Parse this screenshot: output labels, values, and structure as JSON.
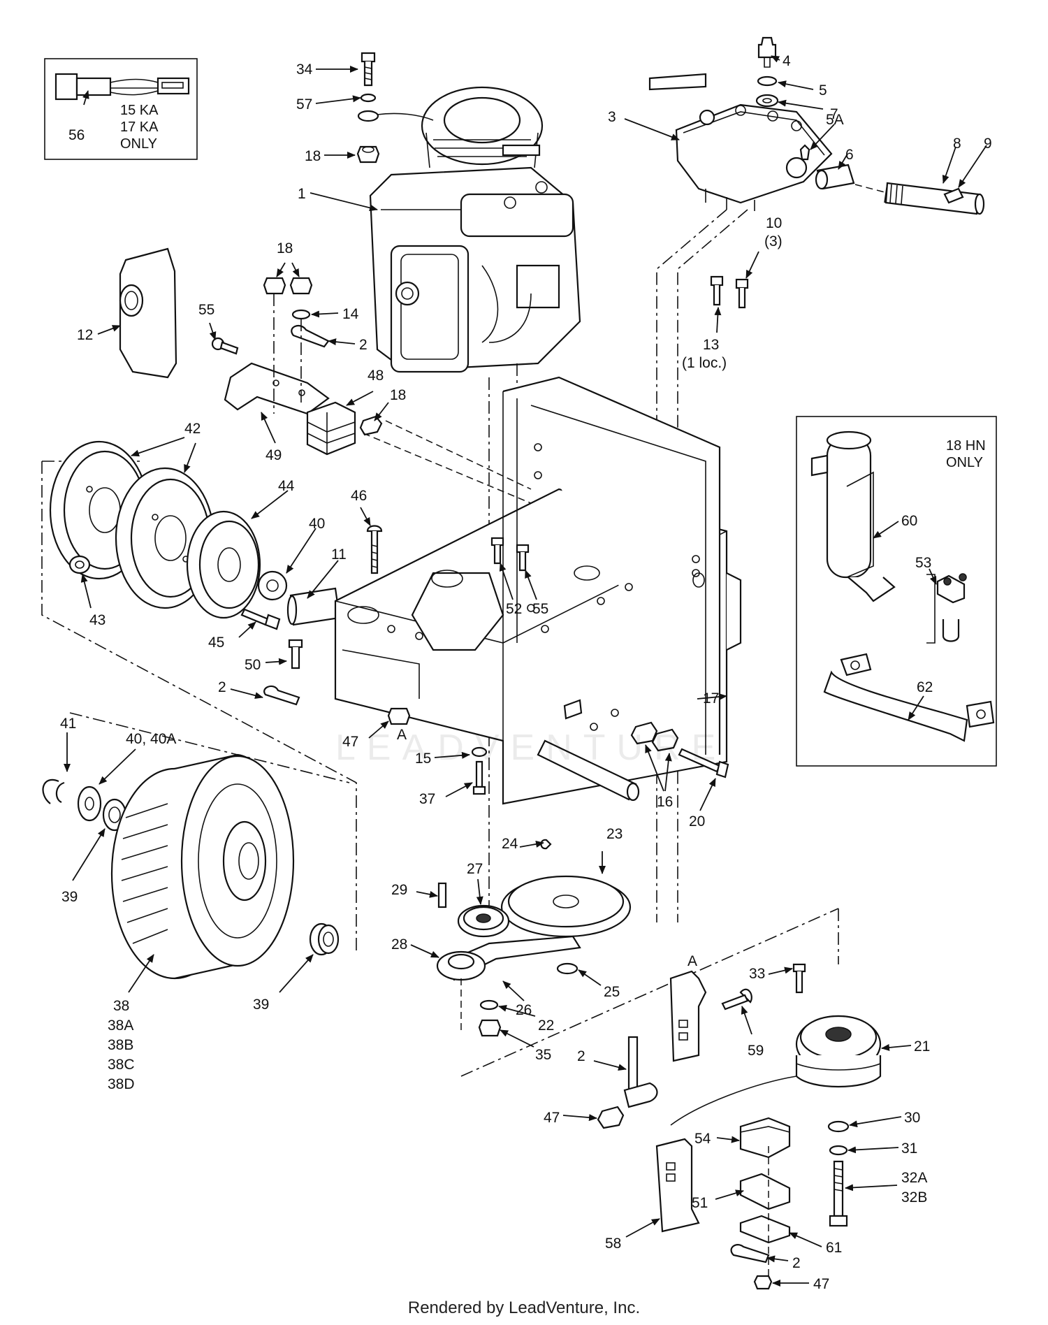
{
  "diagram": {
    "notes": {
      "box_56": [
        "15 KA",
        "17 KA",
        "ONLY"
      ],
      "box_18hn": [
        "18 HN",
        "ONLY"
      ]
    },
    "labels": {
      "l1": "1",
      "l2a": "2",
      "l2b": "2",
      "l2c": "2",
      "l2d": "2",
      "l3": "3",
      "l4": "4",
      "l5": "5",
      "l5a": "5A",
      "l6": "6",
      "l7": "7",
      "l8": "8",
      "l9": "9",
      "l10": "10",
      "l10q": "(3)",
      "l11": "11",
      "l12": "12",
      "l13": "13",
      "l13q": "(1 loc.)",
      "l14": "14",
      "l15": "15",
      "l16": "16",
      "l17": "17",
      "l18a": "18",
      "l18b": "18",
      "l18c": "18",
      "l20": "20",
      "l21": "21",
      "l22": "22",
      "l23": "23",
      "l24": "24",
      "l25": "25",
      "l26": "26",
      "l27": "27",
      "l28": "28",
      "l29": "29",
      "l30": "30",
      "l31": "31",
      "l32a": "32A",
      "l32b": "32B",
      "l33": "33",
      "l34": "34",
      "l35": "35",
      "l37": "37",
      "l38": "38",
      "l38a": "38A",
      "l38b": "38B",
      "l38c": "38C",
      "l38d": "38D",
      "l39a": "39",
      "l39b": "39",
      "l40a": "40",
      "l40b": "40, 40A",
      "l41": "41",
      "l42": "42",
      "l43": "43",
      "l44": "44",
      "l45": "45",
      "l46": "46",
      "l47a": "47",
      "l47b": "47",
      "l47c": "47",
      "l48": "48",
      "l49": "49",
      "l50": "50",
      "l51": "51",
      "l52": "52",
      "l53": "53",
      "l54": "54",
      "l55a": "55",
      "l55b": "55",
      "l56": "56",
      "l57": "57",
      "l58": "58",
      "l59": "59",
      "l60": "60",
      "l61": "61",
      "l62": "62",
      "lA1": "A",
      "lA2": "A"
    },
    "watermark": "LEADVENTURE"
  },
  "footer": "Rendered by LeadVenture, Inc."
}
